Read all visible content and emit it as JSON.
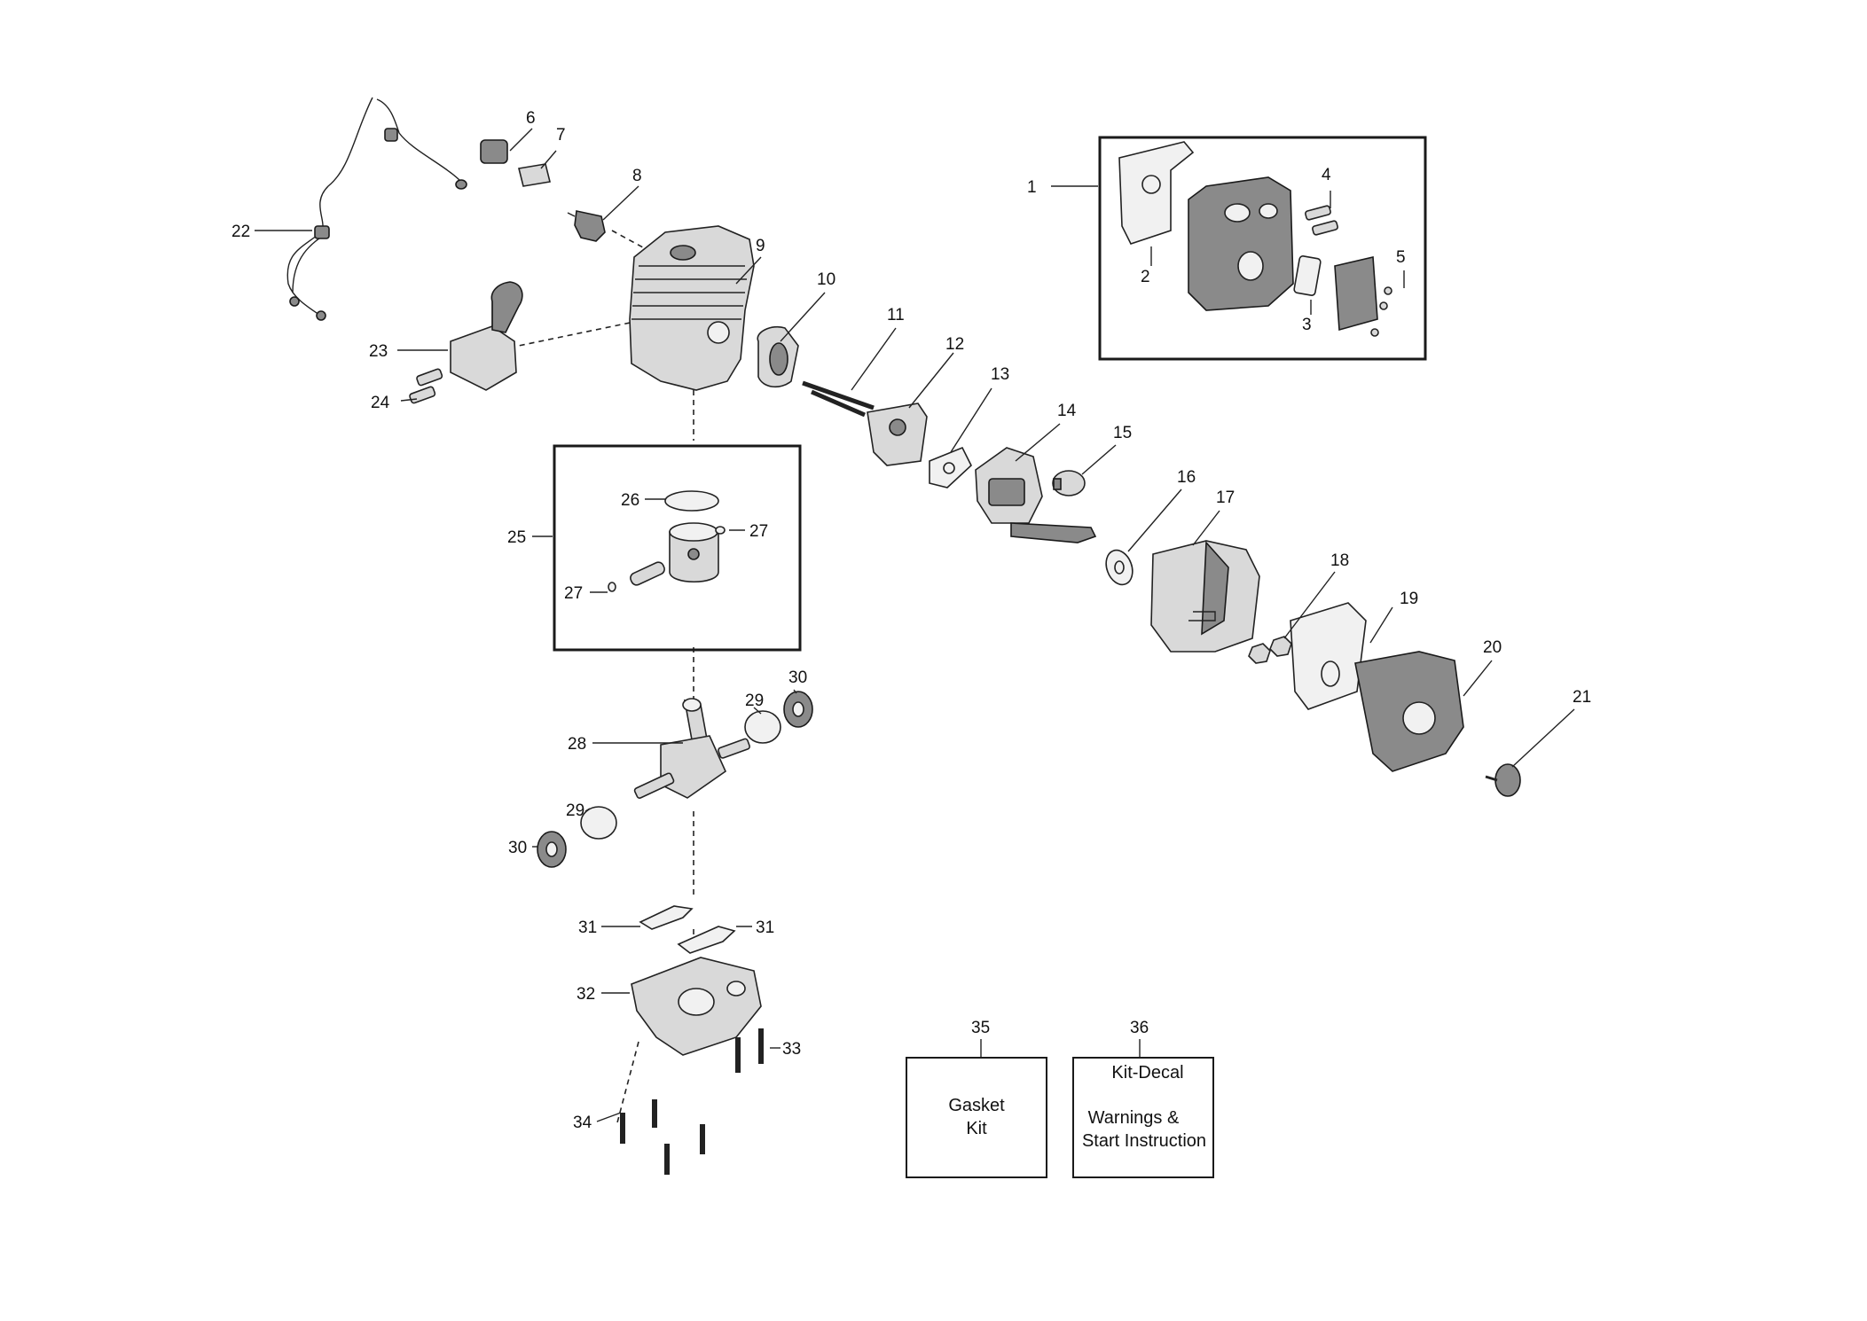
{
  "callouts": [
    "1",
    "2",
    "3",
    "4",
    "5",
    "6",
    "7",
    "8",
    "9",
    "10",
    "11",
    "12",
    "13",
    "14",
    "15",
    "16",
    "17",
    "18",
    "19",
    "20",
    "21",
    "22",
    "23",
    "24",
    "25",
    "26",
    "27",
    "28",
    "29",
    "30",
    "31",
    "32",
    "33",
    "34",
    "35",
    "36"
  ],
  "kit_boxes": {
    "gasket_kit": {
      "number": "35",
      "line1": "Gasket",
      "line2": "Kit"
    },
    "decal_kit": {
      "number": "36",
      "line1": "Kit-Decal",
      "line2": "Warnings &",
      "line3": "Start Instruction"
    }
  }
}
